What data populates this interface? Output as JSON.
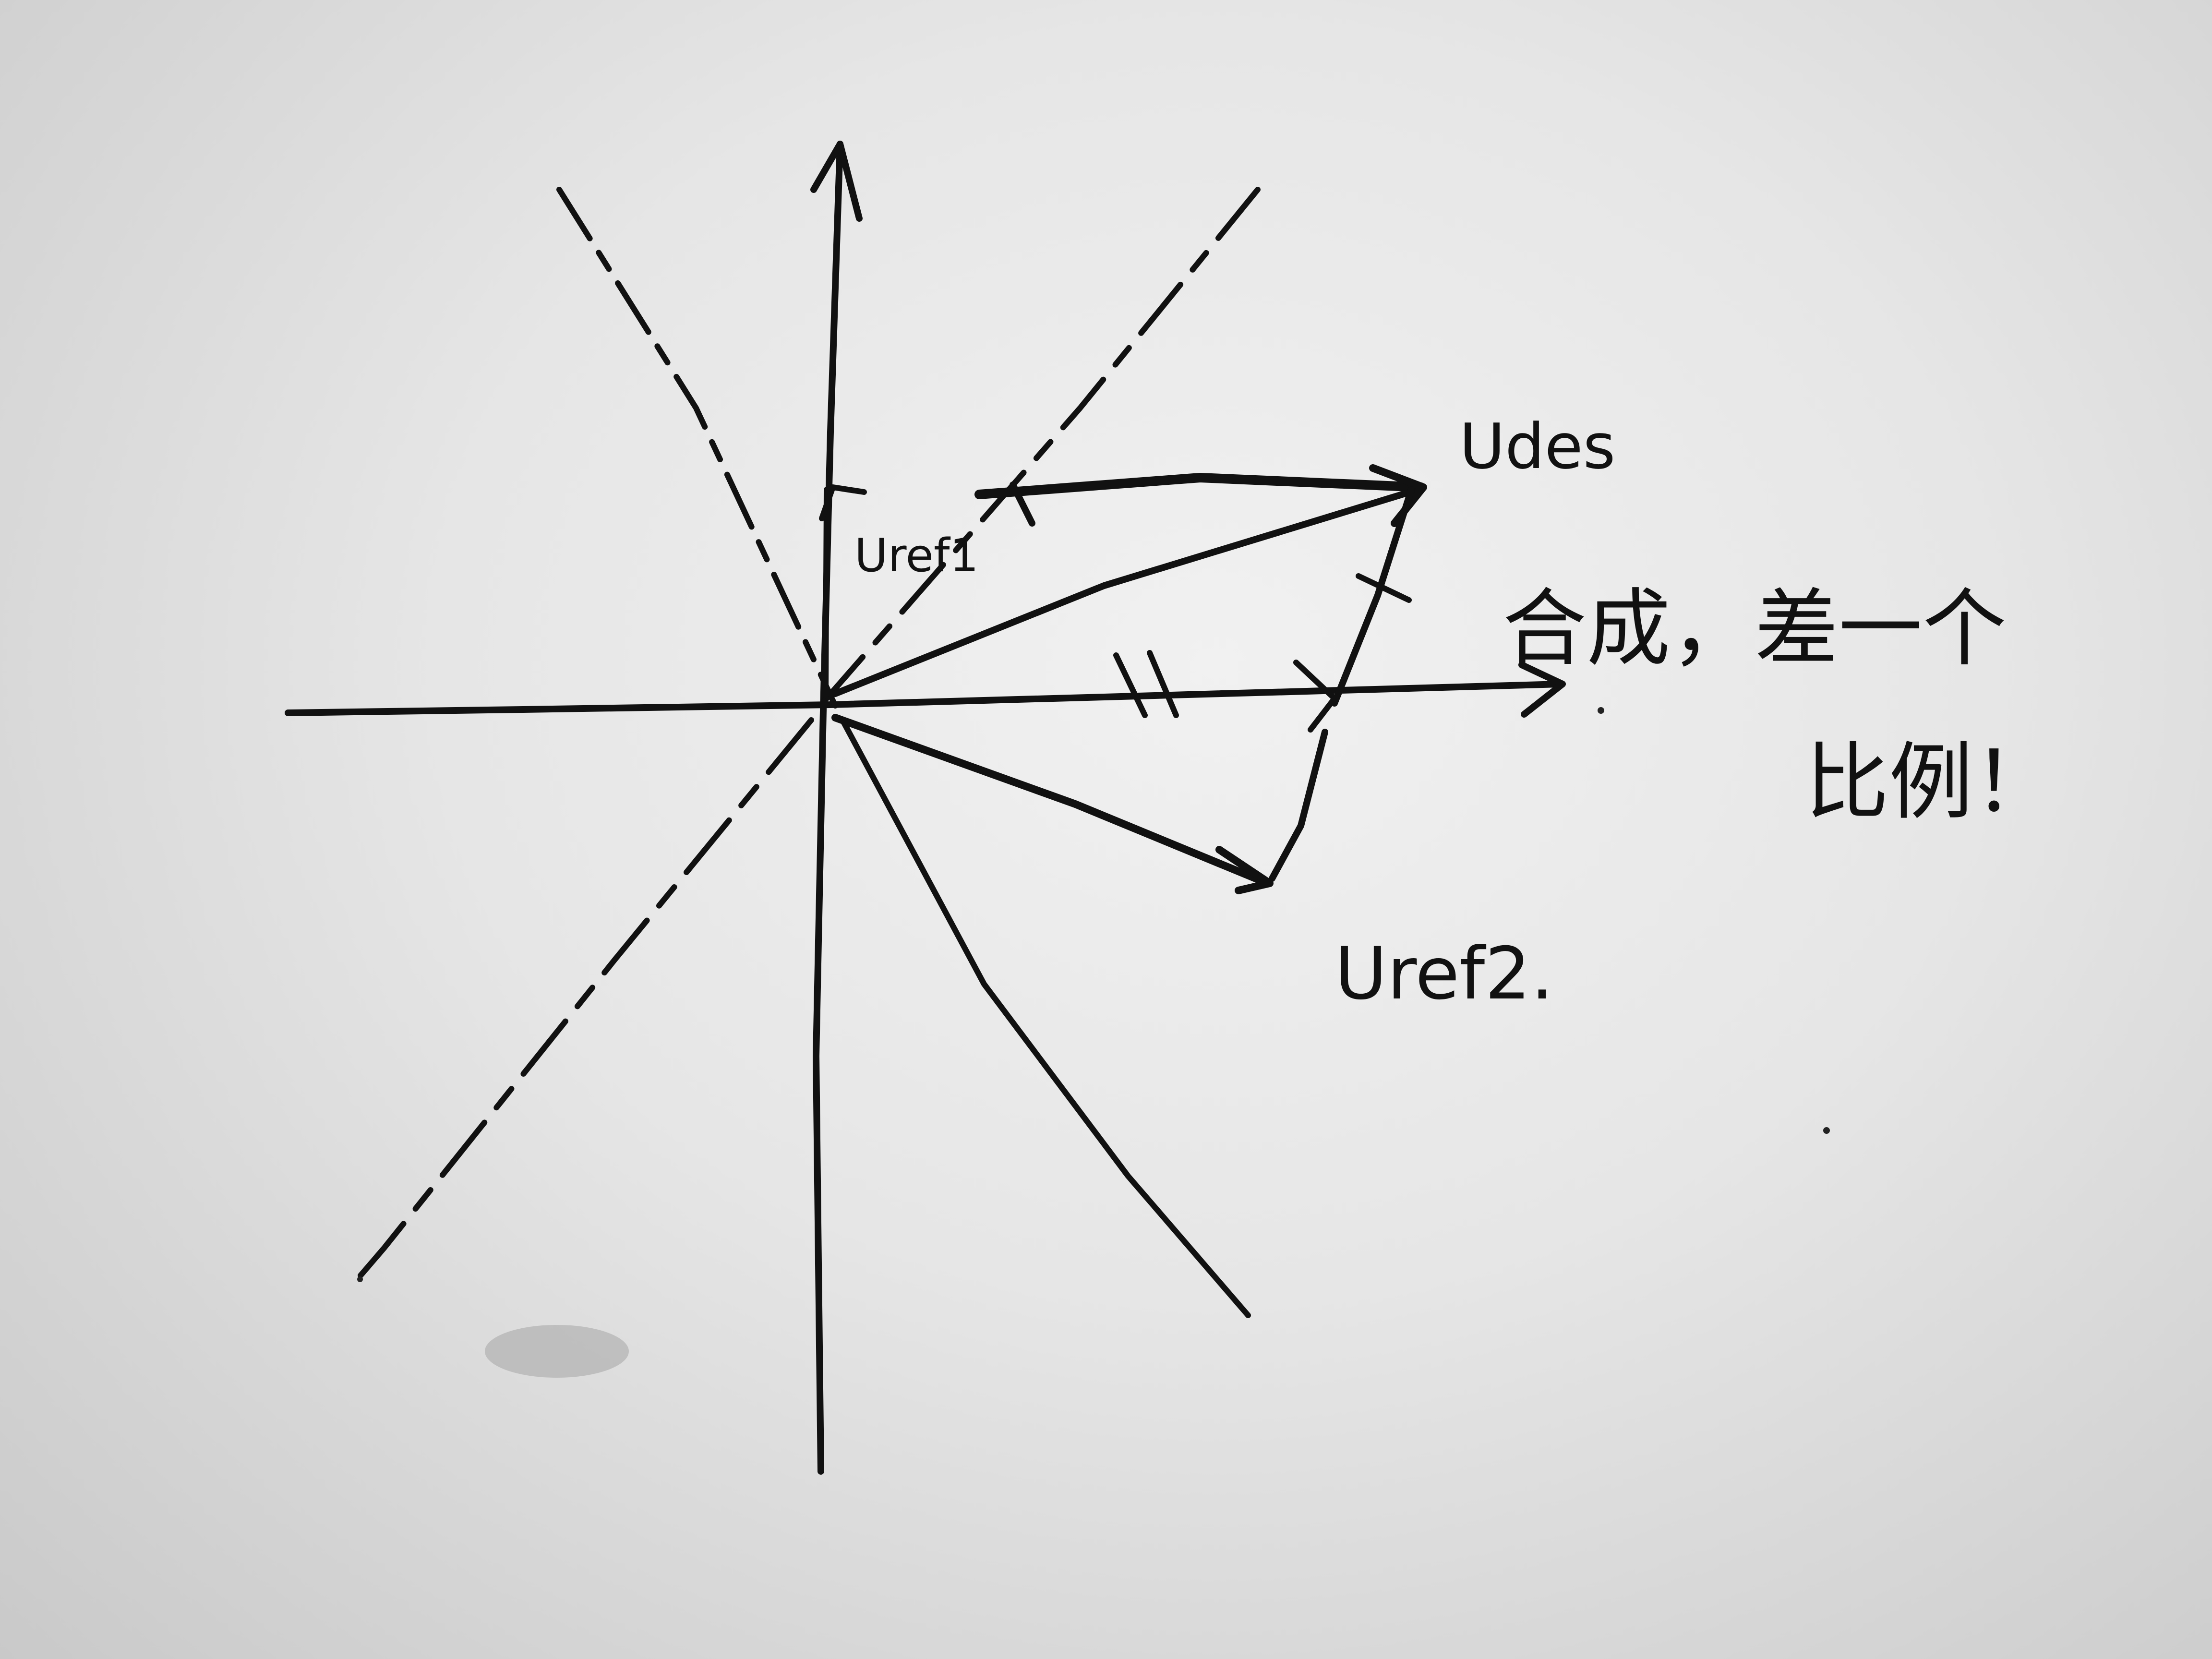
{
  "labels": {
    "u_ref1": "Uref1",
    "u_des": "Udes",
    "u_ref2": "Uref2.",
    "note_line1": "合成，差一个",
    "note_line2": "比例！"
  },
  "colors": {
    "paper": "#e8e8e8",
    "ink": "#111111"
  }
}
